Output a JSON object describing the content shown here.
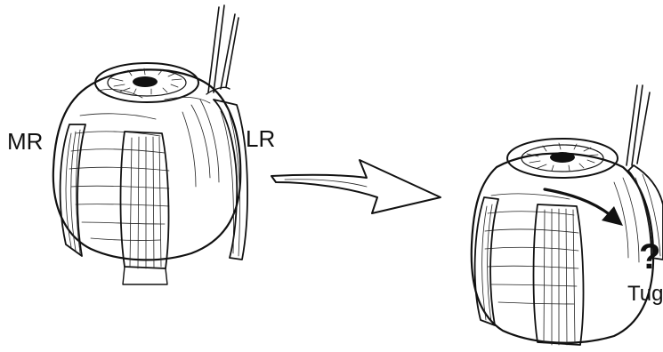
{
  "labels": {
    "medial_rectus": "MR",
    "lateral_rectus": "LR",
    "question_mark": "?",
    "tug": "Tug"
  },
  "colors": {
    "ink": "#111111",
    "background": "#ffffff"
  }
}
